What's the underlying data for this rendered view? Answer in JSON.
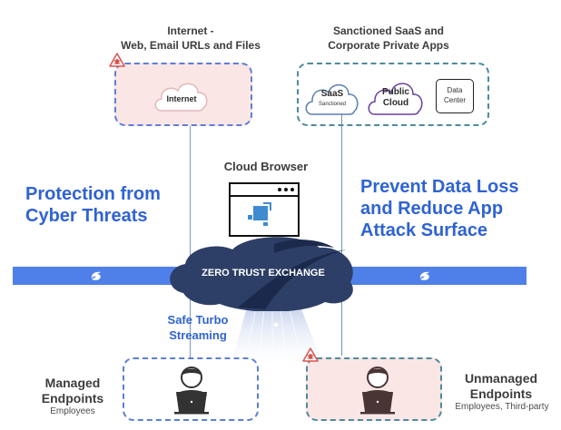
{
  "internet_section": {
    "heading_line1": "Internet -",
    "heading_line2": "Web, Email URLs and Files",
    "cloud_label": "Internet"
  },
  "apps_section": {
    "heading_line1": "Sanctioned SaaS and",
    "heading_line2": "Corporate Private  Apps",
    "saas_label": "SaaS",
    "saas_sub": "Sanctioned",
    "public_cloud_line1": "Public",
    "public_cloud_line2": "Cloud",
    "data_center_line1": "Data",
    "data_center_line2": "Center"
  },
  "left_title": {
    "line1": "Protection from",
    "line2": "Cyber Threats"
  },
  "right_title": {
    "line1": "Prevent Data Loss",
    "line2": "and Reduce App",
    "line3": "Attack Surface"
  },
  "cloud_browser": {
    "label": "Cloud Browser"
  },
  "zte": {
    "label": "ZERO TRUST  EXCHANGE"
  },
  "streaming": {
    "line1": "Safe  Turbo",
    "line2": "Streaming"
  },
  "managed": {
    "title_line1": "Managed",
    "title_line2": "Endpoints",
    "sub": "Employees"
  },
  "unmanaged": {
    "title_line1": "Unmanaged",
    "title_line2": "Endpoints",
    "sub": "Employees, Third-party"
  },
  "colors": {
    "band": "#4f7fe8",
    "title_blue": "#2f63d4",
    "zte_navy": "#2d3f66",
    "threat_red": "#d9534f",
    "threat_bg": "#fbe6e6",
    "dash_blue": "#5b7fd6",
    "dash_teal": "#4d8a9c",
    "public_cloud_purple": "#6a3fa0"
  }
}
